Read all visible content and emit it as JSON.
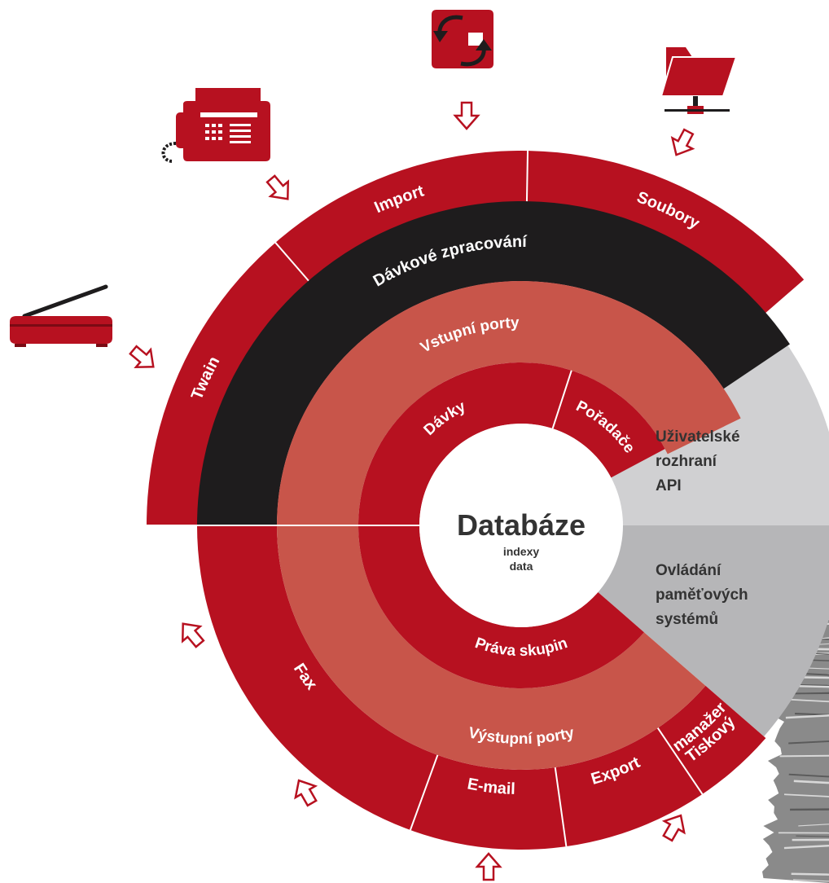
{
  "center": {
    "title": "Databáze",
    "line1": "indexy",
    "line2": "data"
  },
  "outer_input": {
    "twain": "Twain",
    "import": "Import",
    "soubory": "Soubory"
  },
  "batch": {
    "label": "Dávkové zpracování"
  },
  "input_ports": {
    "label": "Vstupní porty"
  },
  "inner": {
    "davky": "Dávky",
    "poradace": "Pořadače",
    "prava": "Práva skupin"
  },
  "output_ports": {
    "label": "Výstupní porty"
  },
  "outer_output": {
    "fax": "Fax",
    "email": "E-mail",
    "export": "Export",
    "tiskovy_line1": "Tiskový",
    "tiskovy_line2": "manažer"
  },
  "right": {
    "ui_line1": "Uživatelské",
    "ui_line2": "rozhraní",
    "ui_line3": "API",
    "storage_line1": "Ovládání",
    "storage_line2": "paměťových",
    "storage_line3": "systémů"
  },
  "colors": {
    "crimson": "#b71120",
    "salmon": "#c8554a",
    "black": "#1e1c1d",
    "light_gray": "#d0d0d2",
    "mid_gray": "#b6b6b8",
    "white": "#ffffff"
  },
  "icons": [
    "scanner-icon",
    "fax-machine-icon",
    "transfer-icon",
    "network-folder-icon",
    "arrow-icon"
  ]
}
